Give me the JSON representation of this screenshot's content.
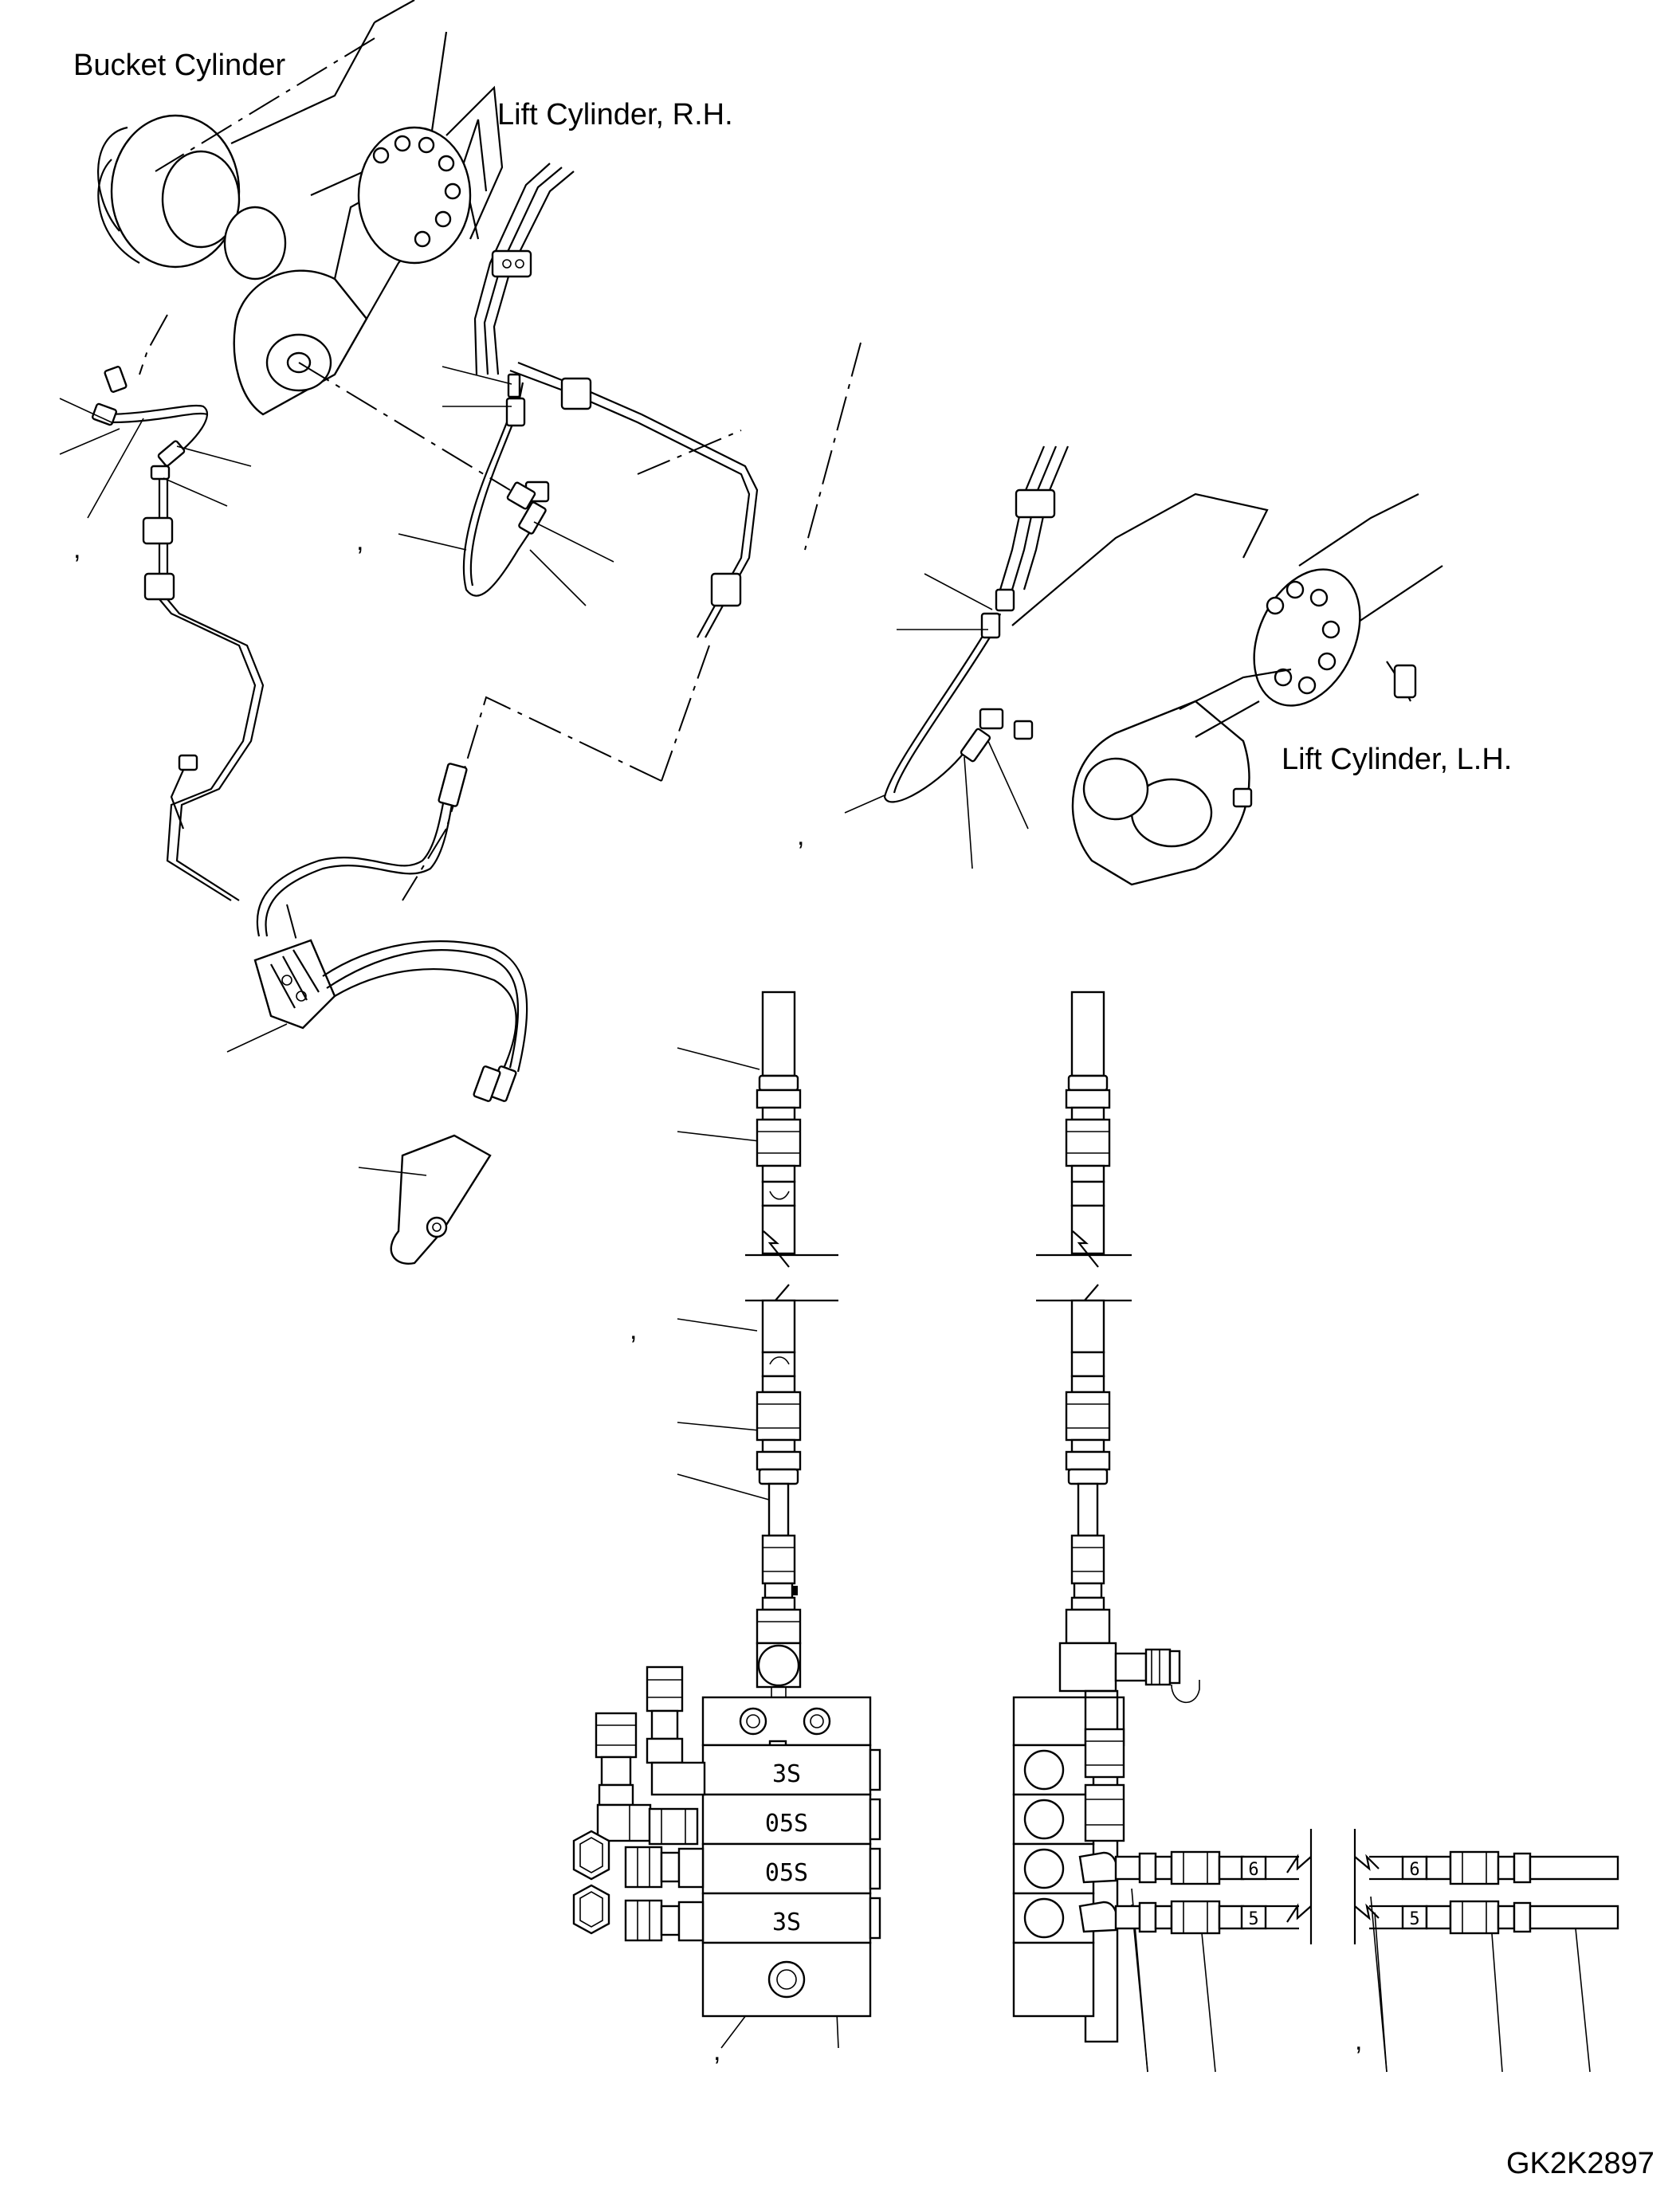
{
  "labels": {
    "bucket_cylinder": "Bucket Cylinder",
    "lift_cylinder_rh": "Lift Cylinder, R.H.",
    "lift_cylinder_lh": "Lift Cylinder, L.H.",
    "drawing_code": "GK2K2897"
  },
  "valve_sections": [
    "3S",
    "05S",
    "05S",
    "3S"
  ],
  "hose_tags": [
    "6",
    "5",
    "6",
    "5"
  ],
  "separators": [
    ",",
    ",",
    ",",
    ",",
    ",",
    ","
  ]
}
